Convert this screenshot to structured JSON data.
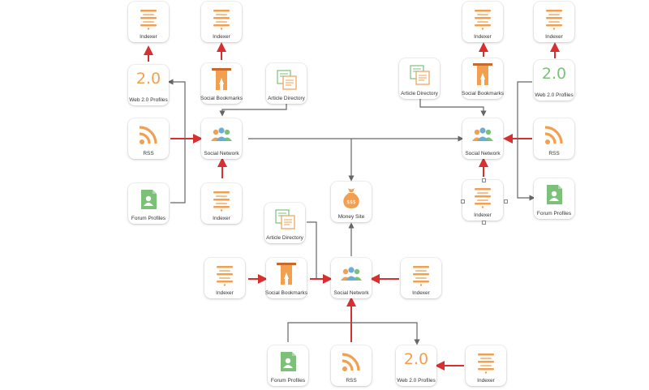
{
  "colors": {
    "connector": "#666666",
    "accent_line": "#d83030",
    "icon_orange": "#f0a050",
    "icon_green": "#7cc07a",
    "icon_blue": "#6aaed8"
  },
  "nodes": [
    {
      "id": "n1",
      "label": "Indexer",
      "icon": "indexer-icon"
    },
    {
      "id": "n2",
      "label": "Indexer",
      "icon": "indexer-icon"
    },
    {
      "id": "n3",
      "label": "Web 2.0 Profiles",
      "icon": "web20-icon"
    },
    {
      "id": "n4",
      "label": "Social Bookmarks",
      "icon": "bookmark-icon"
    },
    {
      "id": "n5",
      "label": "Article Directory",
      "icon": "article-icon"
    },
    {
      "id": "n6",
      "label": "RSS",
      "icon": "rss-icon"
    },
    {
      "id": "n7",
      "label": "Social Network",
      "icon": "social-network-icon"
    },
    {
      "id": "n8",
      "label": "Forum Profiles",
      "icon": "forum-profile-icon"
    },
    {
      "id": "n9",
      "label": "Indexer",
      "icon": "indexer-icon"
    },
    {
      "id": "n10",
      "label": "Indexer",
      "icon": "indexer-icon"
    },
    {
      "id": "n11",
      "label": "Indexer",
      "icon": "indexer-icon"
    },
    {
      "id": "n12",
      "label": "Article Directory",
      "icon": "article-icon"
    },
    {
      "id": "n13",
      "label": "Social Bookmarks",
      "icon": "bookmark-icon"
    },
    {
      "id": "n14",
      "label": "Web 2.0 Profiles",
      "icon": "web20-icon"
    },
    {
      "id": "n15",
      "label": "Social Network",
      "icon": "social-network-icon"
    },
    {
      "id": "n16",
      "label": "RSS",
      "icon": "rss-icon"
    },
    {
      "id": "n17",
      "label": "Indexer",
      "icon": "indexer-icon"
    },
    {
      "id": "n18",
      "label": "Forum Profiles",
      "icon": "forum-profile-icon"
    },
    {
      "id": "n19",
      "label": "Money Site",
      "icon": "money-bag-icon"
    },
    {
      "id": "n20",
      "label": "Article Directory",
      "icon": "article-icon"
    },
    {
      "id": "n21",
      "label": "Indexer",
      "icon": "indexer-icon"
    },
    {
      "id": "n22",
      "label": "Social Bookmarks",
      "icon": "bookmark-icon"
    },
    {
      "id": "n23",
      "label": "Social Network",
      "icon": "social-network-icon"
    },
    {
      "id": "n24",
      "label": "Indexer",
      "icon": "indexer-icon"
    },
    {
      "id": "n25",
      "label": "Forum Profiles",
      "icon": "forum-profile-icon"
    },
    {
      "id": "n26",
      "label": "RSS",
      "icon": "rss-icon"
    },
    {
      "id": "n27",
      "label": "Web 2.0 Profiles",
      "icon": "web20-icon"
    },
    {
      "id": "n28",
      "label": "Indexer",
      "icon": "indexer-icon"
    }
  ],
  "web20_glyph": "2.0"
}
